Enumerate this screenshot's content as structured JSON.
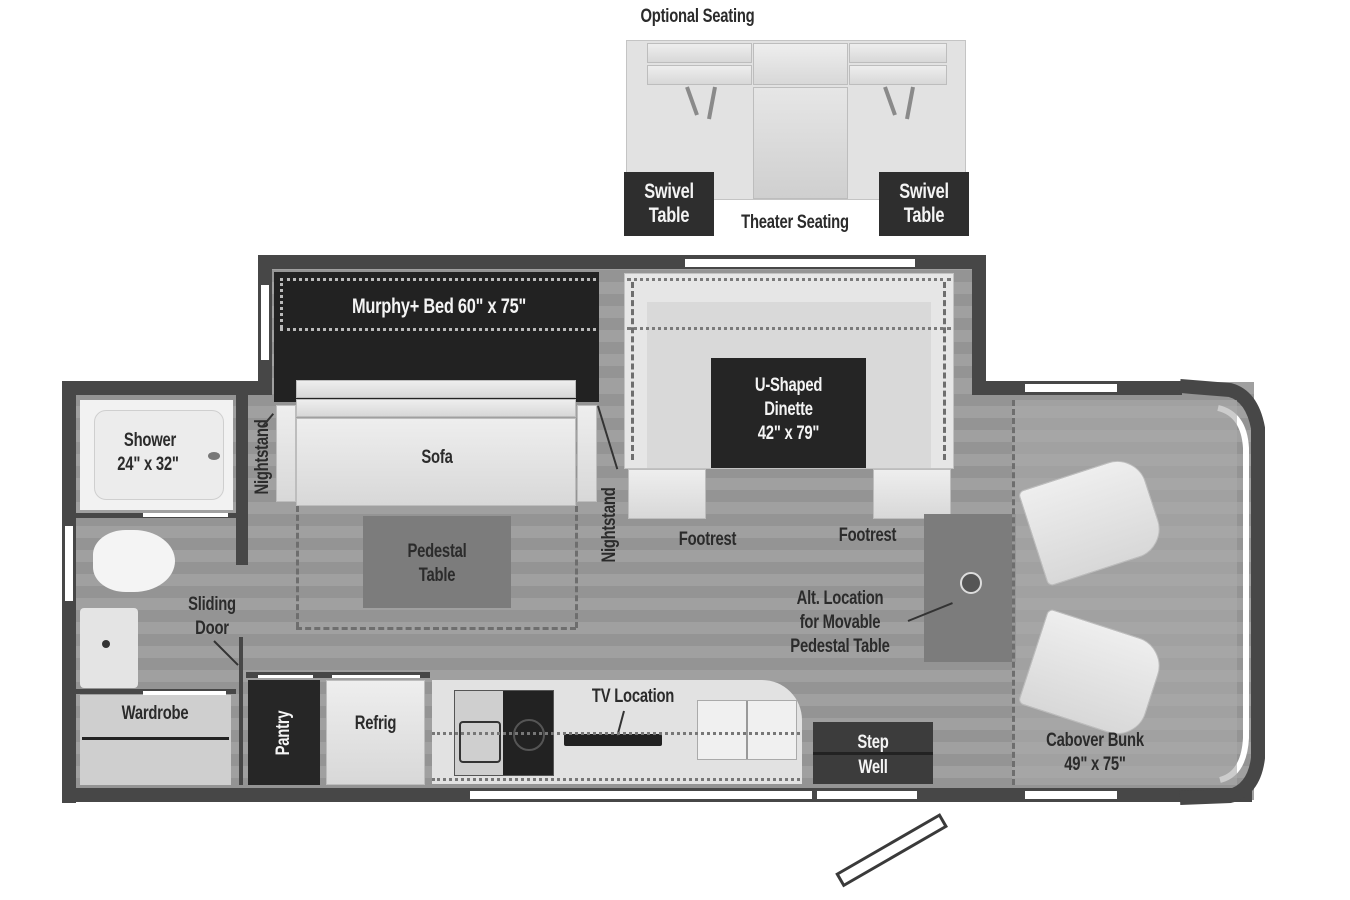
{
  "optional_seating": {
    "title": "Optional Seating",
    "swivel_table_left": [
      "Swivel",
      "Table"
    ],
    "swivel_table_right": [
      "Swivel",
      "Table"
    ],
    "theater_seating": "Theater Seating"
  },
  "floorplan": {
    "murphy_bed": "Murphy+ Bed 60\" x 75\"",
    "sofa": "Sofa",
    "nightstand_left": "Nightstand",
    "nightstand_right": "Nightstand",
    "pedestal_table": [
      "Pedestal",
      "Table"
    ],
    "dinette": [
      "U-Shaped",
      "Dinette",
      "42\" x 79\""
    ],
    "footrest_left": "Footrest",
    "footrest_right": "Footrest",
    "alt_location": [
      "Alt. Location",
      "for Movable",
      "Pedestal Table"
    ],
    "shower": [
      "Shower",
      "24\" x 32\""
    ],
    "sliding_door": [
      "Sliding",
      "Door"
    ],
    "wardrobe": "Wardrobe",
    "pantry": "Pantry",
    "refrig": "Refrig",
    "tv_location": "TV Location",
    "step_well": [
      "Step",
      "Well"
    ],
    "cabover_bunk": [
      "Cabover Bunk",
      "49\" x 75\""
    ]
  },
  "colors": {
    "wall": "#474747",
    "floor": "#9a9a9a",
    "dark_furniture": "#2e2e2e",
    "light_furniture": "#e6e6e6"
  }
}
